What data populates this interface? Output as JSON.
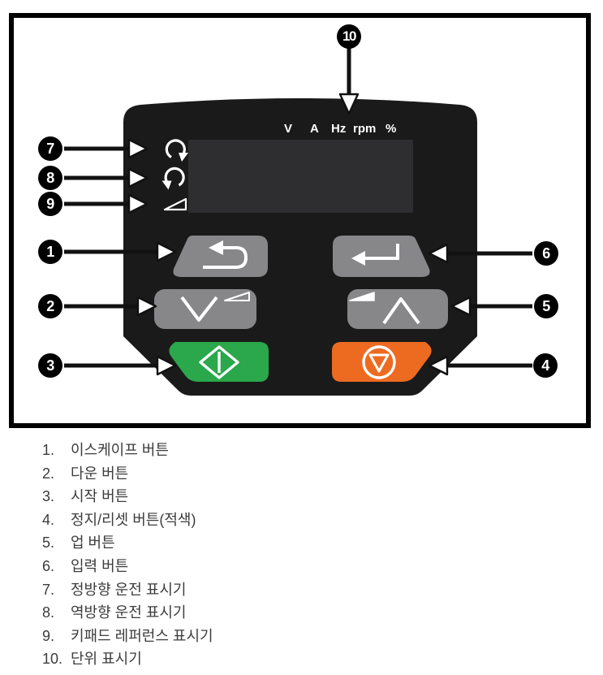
{
  "keypad": {
    "units": [
      "V",
      "A",
      "Hz",
      "rpm",
      "%"
    ],
    "callouts": {
      "c1": "1",
      "c2": "2",
      "c3": "3",
      "c4": "4",
      "c5": "5",
      "c6": "6",
      "c7": "7",
      "c8": "8",
      "c9": "9",
      "c10": "10"
    },
    "colors": {
      "panel": "#1a1a1a",
      "display": "#2e2e30",
      "button_gray": "#87878a",
      "start_green": "#2aa84b",
      "stop_orange": "#ed6b21"
    }
  },
  "legend": {
    "items": [
      {
        "num": "1.",
        "label": "이스케이프 버튼"
      },
      {
        "num": "2.",
        "label": "다운 버튼"
      },
      {
        "num": "3.",
        "label": "시작 버튼"
      },
      {
        "num": "4.",
        "label": "정지/리셋 버튼(적색)"
      },
      {
        "num": "5.",
        "label": "업 버튼"
      },
      {
        "num": "6.",
        "label": "입력 버튼"
      },
      {
        "num": "7.",
        "label": "정방향 운전 표시기"
      },
      {
        "num": "8.",
        "label": "역방향 운전 표시기"
      },
      {
        "num": "9.",
        "label": "키패드 레퍼런스 표시기"
      },
      {
        "num": "10.",
        "label": "단위 표시기"
      }
    ]
  }
}
